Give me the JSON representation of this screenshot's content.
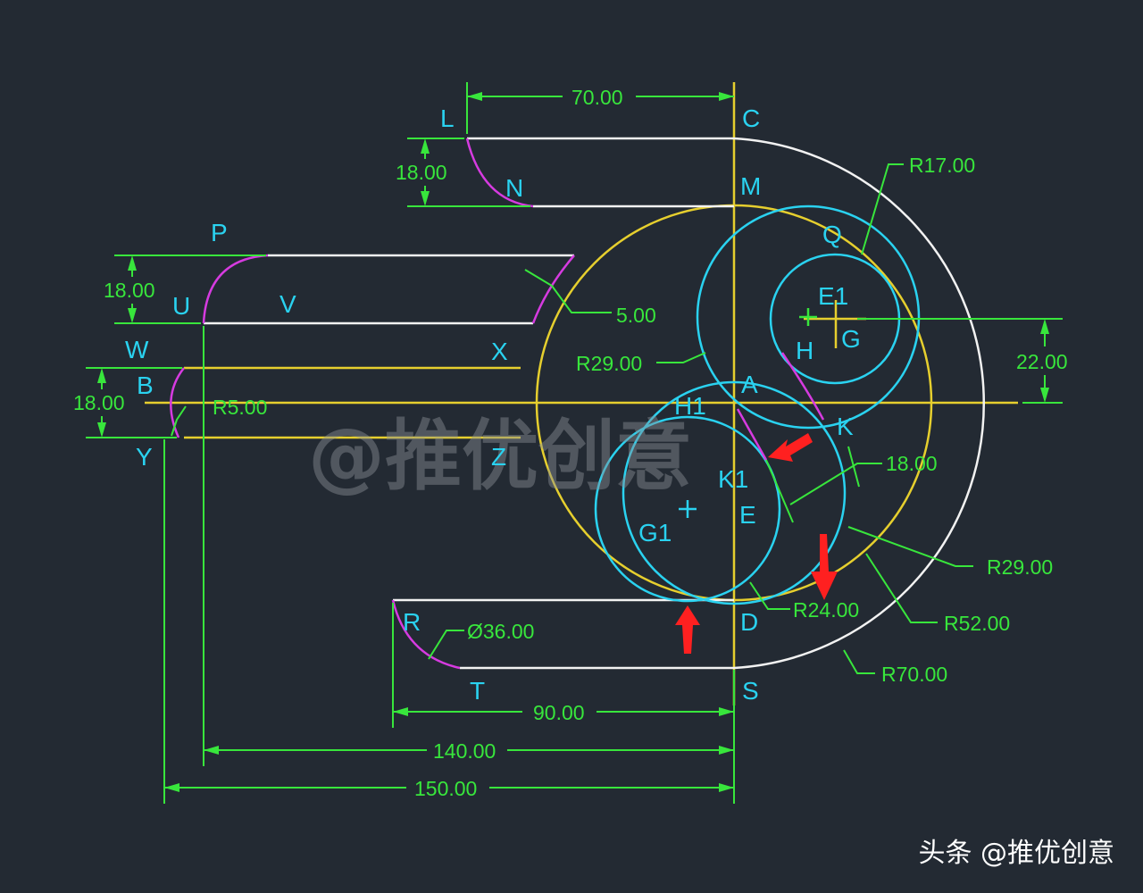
{
  "points": {
    "L": "L",
    "C": "C",
    "N": "N",
    "M": "M",
    "P": "P",
    "Q": "Q",
    "U": "U",
    "V": "V",
    "E1": "E1",
    "H": "H",
    "G": "G",
    "W": "W",
    "X": "X",
    "B": "B",
    "A": "A",
    "H1": "H1",
    "K": "K",
    "Y": "Y",
    "Z": "Z",
    "K1": "K1",
    "E": "E",
    "G1": "G1",
    "R": "R",
    "D": "D",
    "T": "T",
    "S": "S"
  },
  "dimensions": {
    "top_70": "70.00",
    "left_18_top": "18.00",
    "r17": "R17.00",
    "left_18_mid": "18.00",
    "chamfer_5": "5.00",
    "r29_left": "R29.00",
    "right_22": "22.00",
    "left_18_low": "18.00",
    "r5": "R5.00",
    "right_18": "18.00",
    "r29_right": "R29.00",
    "r24": "R24.00",
    "r52": "R52.00",
    "dia36": "Ø36.00",
    "r70": "R70.00",
    "bottom_90": "90.00",
    "bottom_140": "140.00",
    "bottom_150": "150.00"
  },
  "watermark": "@推优创意",
  "footer": "头条 @推优创意",
  "colors": {
    "background": "#232a33",
    "profile": "#f2f2f2",
    "construction": "#e6cf2e",
    "circle": "#2ad2f0",
    "arc": "#d63be0",
    "dimension": "#38e63c",
    "arrow": "#ff2020"
  }
}
